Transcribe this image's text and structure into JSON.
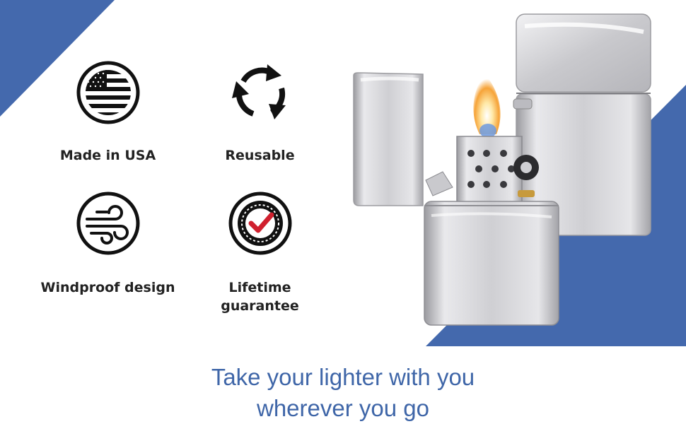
{
  "features": [
    {
      "label": "Made in USA",
      "icon": "usa-flag-icon"
    },
    {
      "label": "Reusable",
      "icon": "recycle-arrows-icon"
    },
    {
      "label": "Windproof design",
      "icon": "wind-icon"
    },
    {
      "label_line1": "Lifetime",
      "label_line2": "guarantee",
      "icon": "guarantee-checkmark-icon"
    }
  ],
  "tagline": {
    "line1": "Take your lighter with you",
    "line2": "wherever you go"
  },
  "colors": {
    "accent_blue": "#4469ad",
    "tagline": "#3f66a8",
    "check_red": "#d0202e"
  }
}
